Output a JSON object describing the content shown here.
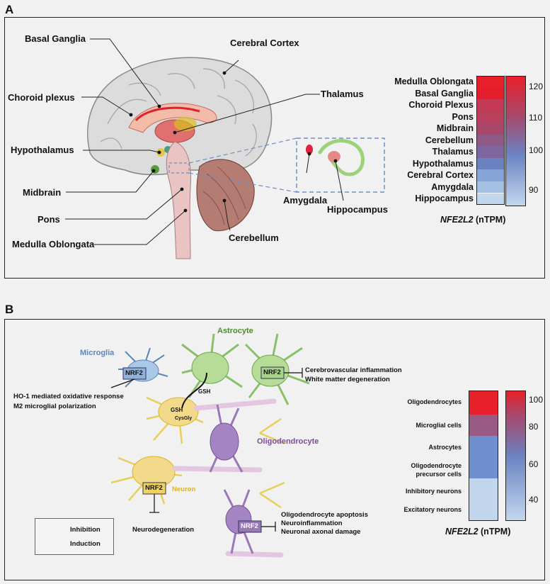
{
  "panelA": {
    "letter": "A",
    "regions": {
      "basal_ganglia": "Basal Ganglia",
      "cerebral_cortex": "Cerebral Cortex",
      "choroid_plexus": "Choroid plexus",
      "thalamus": "Thalamus",
      "hypothalamus": "Hypothalamus",
      "midbrain": "Midbrain",
      "pons": "Pons",
      "medulla": "Medulla Oblongata",
      "cerebellum": "Cerebellum",
      "amygdala": "Amygdala",
      "hippocampus": "Hippocampus"
    },
    "heatmap": {
      "rows": [
        "Medulla Oblongata",
        "Basal Ganglia",
        "Choroid Plexus",
        "Pons",
        "Midbrain",
        "Cerebellum",
        "Thalamus",
        "Hypothalamus",
        "Cerebral Cortex",
        "Amygdala",
        "Hippocampus"
      ],
      "values": [
        122,
        121,
        114,
        113,
        111,
        107,
        105,
        101,
        97,
        92,
        88
      ],
      "colors": [
        "#e8202a",
        "#e41e2c",
        "#c33a55",
        "#b9405c",
        "#a9476a",
        "#8e5a85",
        "#7e66a0",
        "#6a82c0",
        "#87a5d6",
        "#a3bfe2",
        "#c2d7ee"
      ],
      "ticks": [
        "120",
        "110",
        "100",
        "90"
      ],
      "scale_label": "NFE2L2",
      "scale_unit": " (nTPM)"
    }
  },
  "panelB": {
    "letter": "B",
    "cells": {
      "astrocyte": "Astrocyte",
      "microglia": "Microglia",
      "oligodendrocyte": "Oligodendrocyte",
      "neuron": "Neuron"
    },
    "nrf2": "NRF2",
    "gsh": "GSH",
    "cysgly": "CysGly",
    "texts": {
      "microglia_1": "HO-1 mediated oxidative response",
      "microglia_2": "M2 microglial polarization",
      "astro_1": "Cerebrovascular inflammation",
      "astro_2": "White matter degeneration",
      "neuron_1": "Neurodegeneration",
      "oligo_1": "Oligodendrocyte apoptosis",
      "oligo_2": "Neuroinflammation",
      "oligo_3": "Neuronal axonal damage"
    },
    "legend": {
      "inhibition": "Inhibition",
      "induction": "Induction"
    },
    "heatmap": {
      "rows": [
        "Oligodendrocytes",
        "Microglial cells",
        "Astrocytes",
        "Oligodendrocyte precursor cells",
        "Inhibitory neurons",
        "Excitatory neurons"
      ],
      "ticks": [
        "100",
        "80",
        "60",
        "40"
      ],
      "scale_label": "NFE2L2",
      "scale_unit": " (nTPM)"
    }
  },
  "colors": {
    "high": "#e8202a",
    "mid": "#6a82c0",
    "low": "#c2d7ee",
    "astrocyte": "#4f8a2e",
    "microglia": "#5b86b8",
    "oligodendrocyte": "#7a4e9a",
    "neuron": "#d9b52a"
  }
}
